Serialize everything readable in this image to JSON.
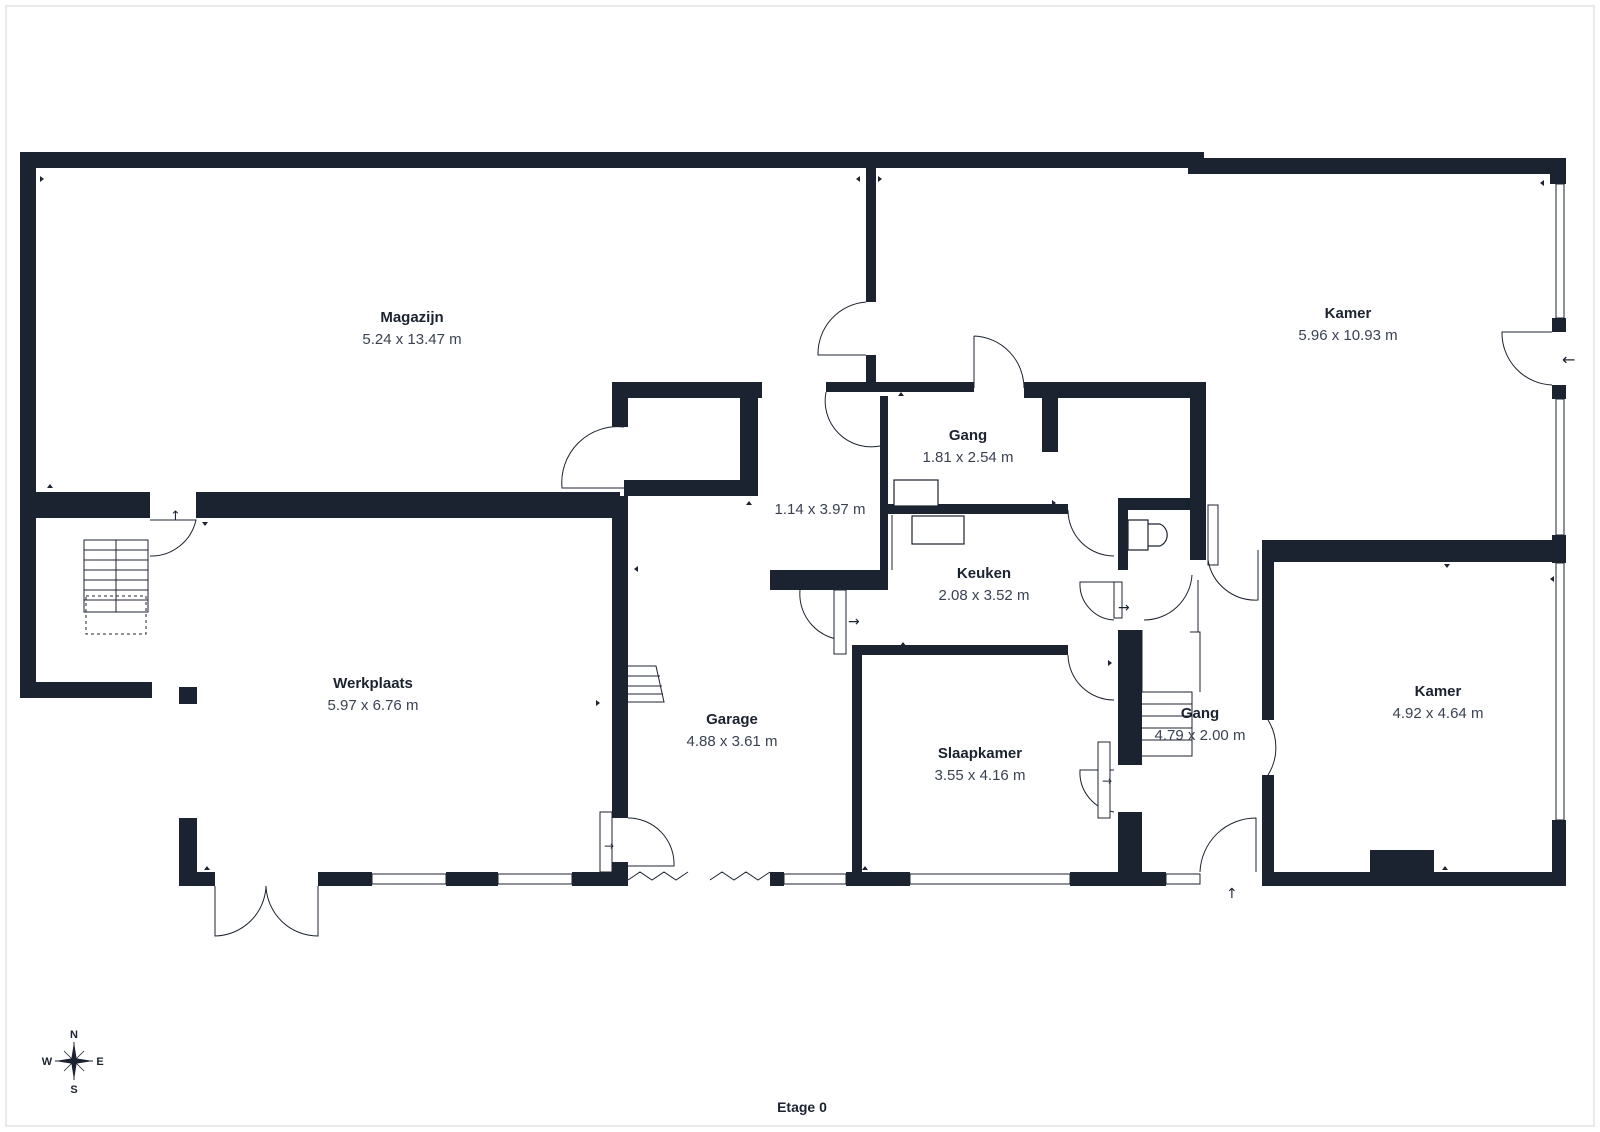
{
  "plan": {
    "floor_label": "Etage 0",
    "rooms": [
      {
        "id": "magazijn",
        "name": "Magazijn",
        "dims": "5.24 x 13.47 m"
      },
      {
        "id": "kamer-top",
        "name": "Kamer",
        "dims": "5.96 x 10.93 m"
      },
      {
        "id": "gang-top",
        "name": "Gang",
        "dims": "1.81 x 2.54 m"
      },
      {
        "id": "unnamed",
        "name": "",
        "dims": "1.14 x 3.97 m"
      },
      {
        "id": "keuken",
        "name": "Keuken",
        "dims": "2.08 x 3.52 m"
      },
      {
        "id": "werkplaats",
        "name": "Werkplaats",
        "dims": "5.97 x 6.76 m"
      },
      {
        "id": "garage",
        "name": "Garage",
        "dims": "4.88 x 3.61 m"
      },
      {
        "id": "slaapkamer",
        "name": "Slaapkamer",
        "dims": "3.55 x 4.16 m"
      },
      {
        "id": "gang-bottom",
        "name": "Gang",
        "dims": "4.79 x 2.00 m"
      },
      {
        "id": "kamer-bottom",
        "name": "Kamer",
        "dims": "4.92 x 4.64 m"
      }
    ],
    "compass": {
      "n": "N",
      "s": "S",
      "w": "W",
      "e": "E"
    },
    "colors": {
      "wall": "#1c2330",
      "text": "#1c2330",
      "frame": "#e2e4e8"
    }
  }
}
